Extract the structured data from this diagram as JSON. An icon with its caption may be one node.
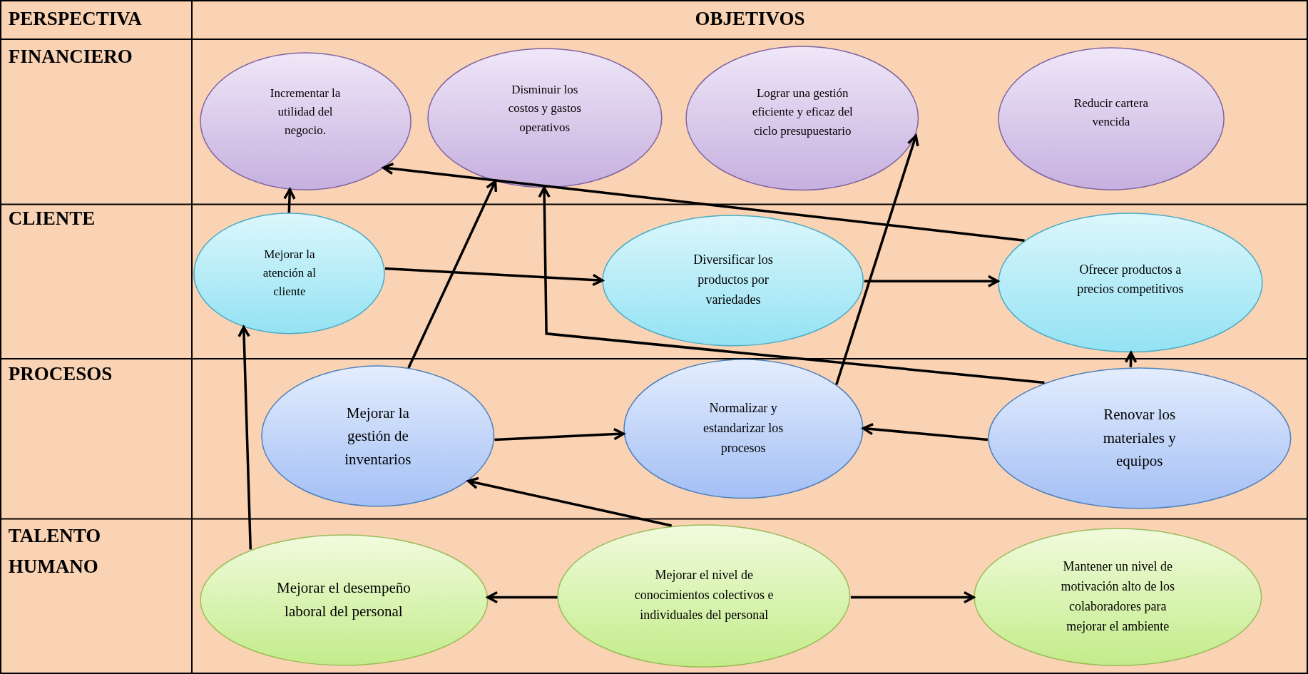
{
  "diagram": {
    "nodes": [
      {
        "text": [
          "Incrementar la utilidad del negocio."
        ]
      },
      {
        "text": [
          "Disminuir los costos y gastos operativos"
        ]
      },
      {
        "text": [
          "Lograr una gestión eficiente y eficaz del ciclo presupuestario"
        ]
      },
      {
        "text": [
          "Reducir cartera vencida"
        ]
      },
      {
        "text": [
          "Mejorar la atención al cliente"
        ]
      },
      {
        "text": [
          "Diversificar los productos por variedades"
        ]
      },
      {
        "text": [
          "Ofrecer productos a precios competitivos"
        ]
      },
      {
        "text": [
          "Mejorar la gestión de inventarios"
        ]
      },
      {
        "text": [
          "Normalizar y estandarizar los procesos"
        ]
      },
      {
        "text": [
          "Renovar los materiales y equipos"
        ]
      },
      {
        "text": [
          "Mejorar el desempeño laboral del personal"
        ]
      },
      {
        "text": [
          "Mejorar el nivel de conocimientos colectivos e individuales del personal"
        ]
      },
      {
        "text": [
          "Mantener un nivel de motivación alto de los colaboradores para mejorar el ambiente"
        ]
      }
    ],
    "edges": [
      {
        "from": 4,
        "to": 0,
        "arrow": "to"
      },
      {
        "from": 6,
        "to": 0,
        "arrow": "to"
      },
      {
        "from": 4,
        "to": 5,
        "arrow": "to"
      },
      {
        "from": 5,
        "to": 6,
        "arrow": "to"
      },
      {
        "from": 7,
        "to": 1,
        "arrow": "to"
      },
      {
        "from": 9,
        "to": 1,
        "arrow": "to"
      },
      {
        "from": 8,
        "to": 2,
        "arrow": "to"
      },
      {
        "from": 9,
        "to": 6,
        "arrow": "to"
      },
      {
        "from": 9,
        "to": 8,
        "arrow": "to"
      },
      {
        "from": 7,
        "to": 8,
        "arrow": "to"
      },
      {
        "from": 11,
        "to": 7,
        "arrow": "to"
      },
      {
        "from": 10,
        "to": 4,
        "arrow": "to"
      },
      {
        "from": 11,
        "to": 10,
        "arrow": "to"
      },
      {
        "from": 11,
        "to": 12,
        "arrow": "to"
      }
    ],
    "labels": [
      "PERSPECTIVA",
      "OBJETIVOS",
      "FINANCIERO",
      "CLIENTE",
      "PROCESOS",
      "TALENTO HUMANO"
    ]
  }
}
